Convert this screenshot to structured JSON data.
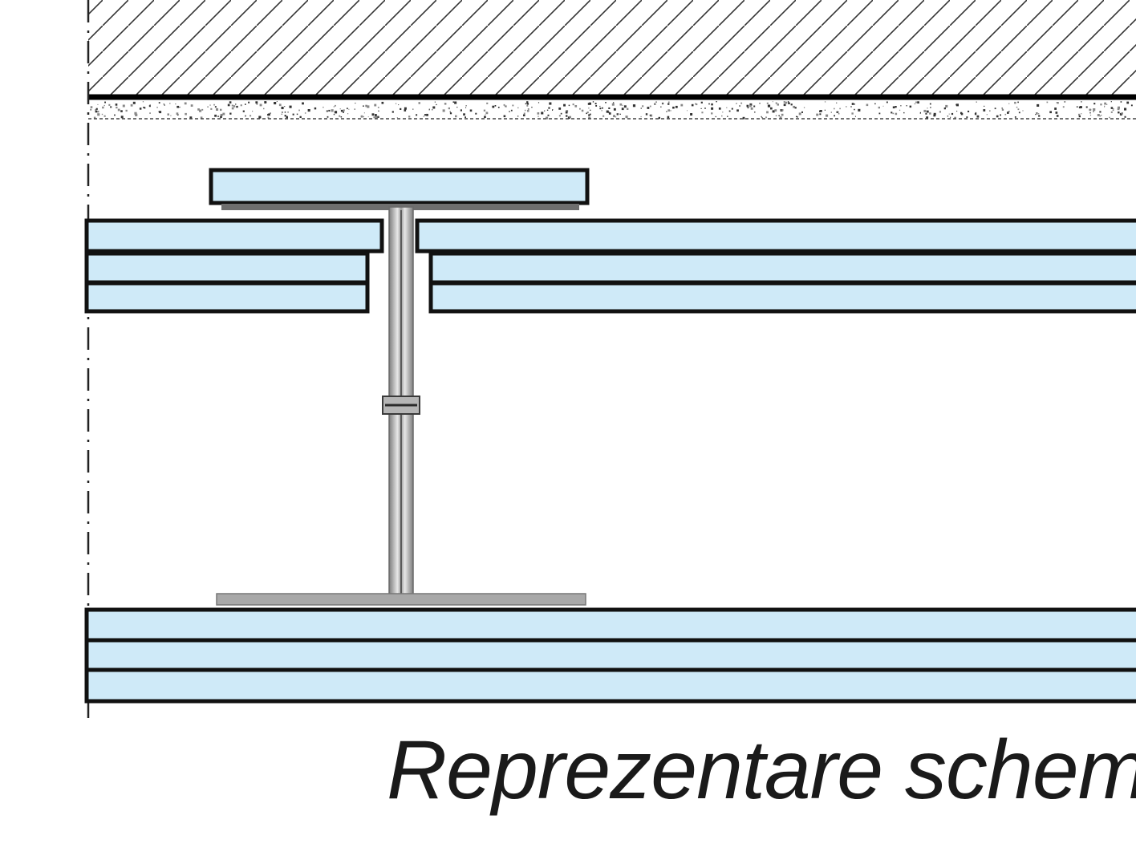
{
  "caption": "Reprezentare schemati",
  "colors": {
    "board_fill": "#cfeaf8",
    "board_stroke": "#111111",
    "slab_line": "#000000",
    "hatch": "#333333",
    "steel_profile": "#9a9a9a",
    "steel_highlight": "#e6e6e6",
    "axis_line": "#222222"
  },
  "icons": {
    "slab": "diagonal-hatch-pattern",
    "insulation_layer": "speckle-pattern",
    "steel_beam": "i-beam-profile"
  }
}
